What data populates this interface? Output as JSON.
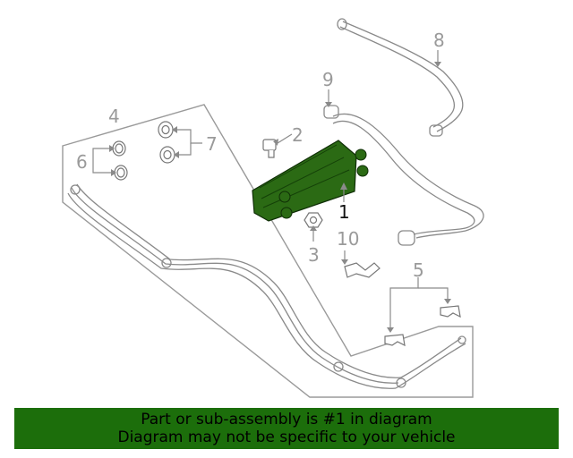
{
  "diagram": {
    "callouts": {
      "c1": "1",
      "c2": "2",
      "c3": "3",
      "c4": "4",
      "c5": "5",
      "c6": "6",
      "c7": "7",
      "c8": "8",
      "c9": "9",
      "c10": "10"
    },
    "highlight_color": "#2b6a14",
    "line_color": "#9a9a9a"
  },
  "banner": {
    "line1": "Part or sub-assembly is #1 in diagram",
    "line2": "Diagram may not be specific to your vehicle",
    "background": "#1c6e0b"
  }
}
